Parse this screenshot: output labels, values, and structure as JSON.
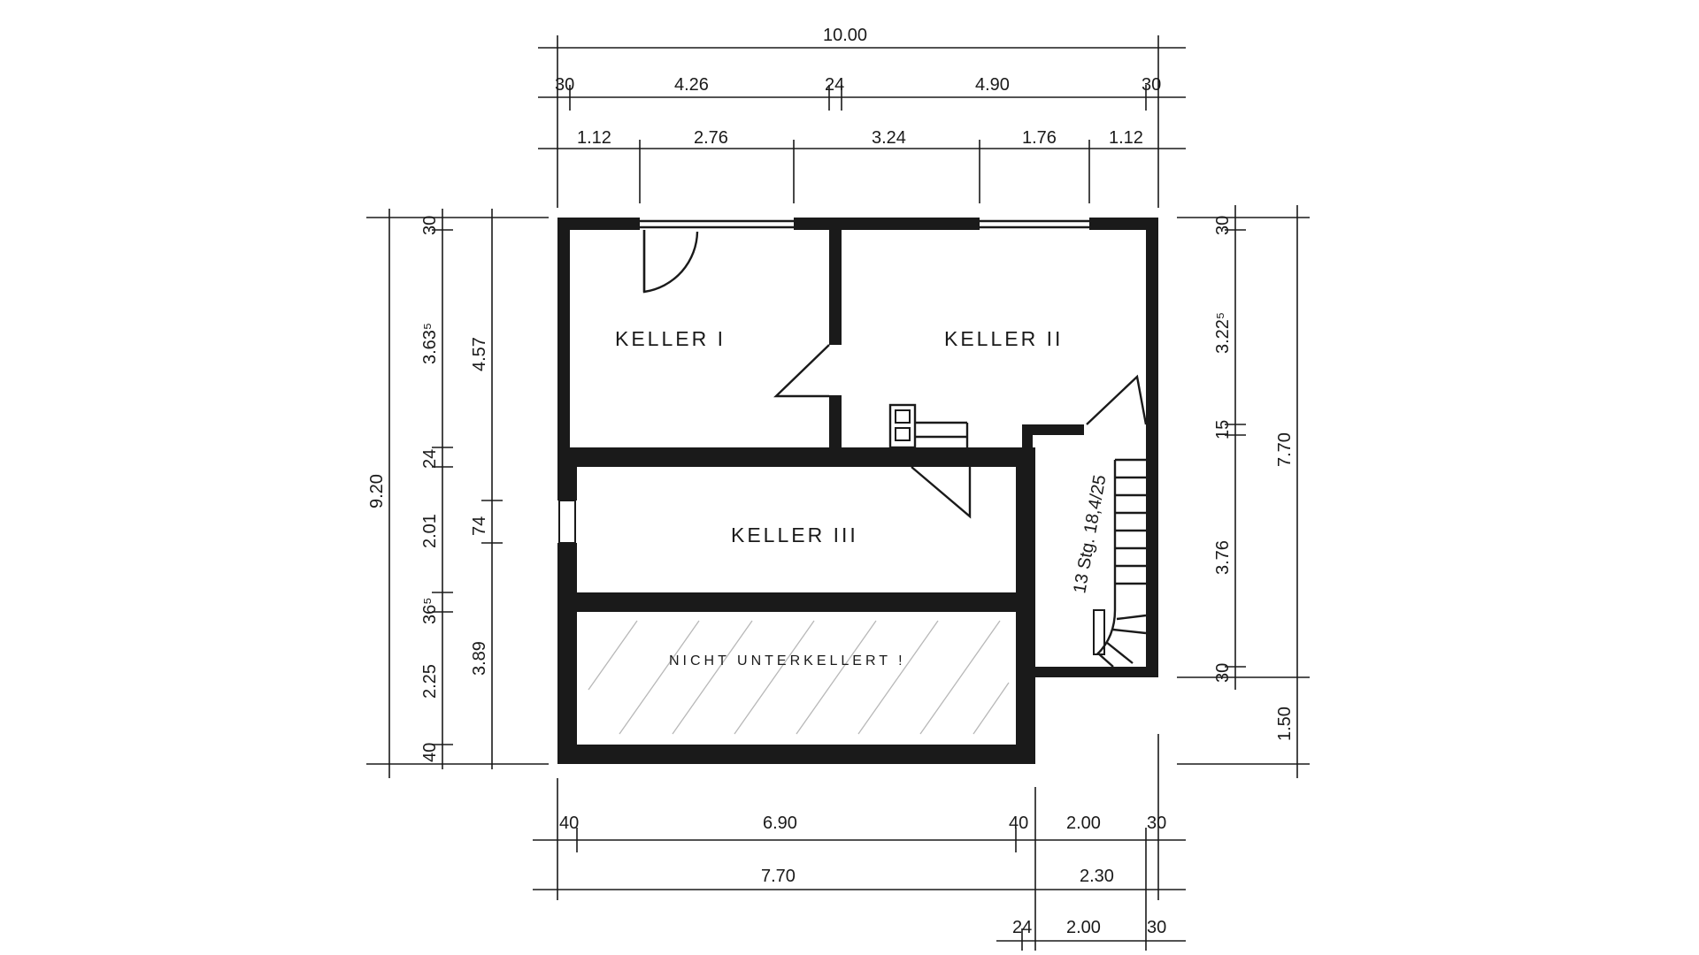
{
  "rooms": {
    "keller1": "KELLER I",
    "keller2": "KELLER II",
    "keller3": "KELLER III",
    "nicht_unterkellert": "NICHT UNTERKELLERT !",
    "stair_note": "13 Stg. 18,4/25"
  },
  "dims_top": {
    "overall": "10.00",
    "row2": [
      "30",
      "4.26",
      "24",
      "4.90",
      "30"
    ],
    "row3": [
      "1.12",
      "2.76",
      "3.24",
      "1.76",
      "1.12"
    ]
  },
  "dims_bottom": {
    "row1": [
      "40",
      "6.90",
      "40",
      "2.00",
      "30"
    ],
    "row2": [
      "7.70",
      "2.30"
    ],
    "row3": [
      "24",
      "2.00",
      "30"
    ]
  },
  "dims_left": {
    "overall": "9.20",
    "chain_a": [
      "30",
      "3.63⁵",
      "24",
      "2.01",
      "36⁵",
      "2.25",
      "40"
    ],
    "chain_b": [
      "4.57",
      "74",
      "3.89"
    ]
  },
  "dims_right": {
    "chain_a": [
      "30",
      "3.22⁵",
      "15",
      "3.76",
      "30"
    ],
    "chain_b": [
      "7.70",
      "1.50"
    ]
  }
}
